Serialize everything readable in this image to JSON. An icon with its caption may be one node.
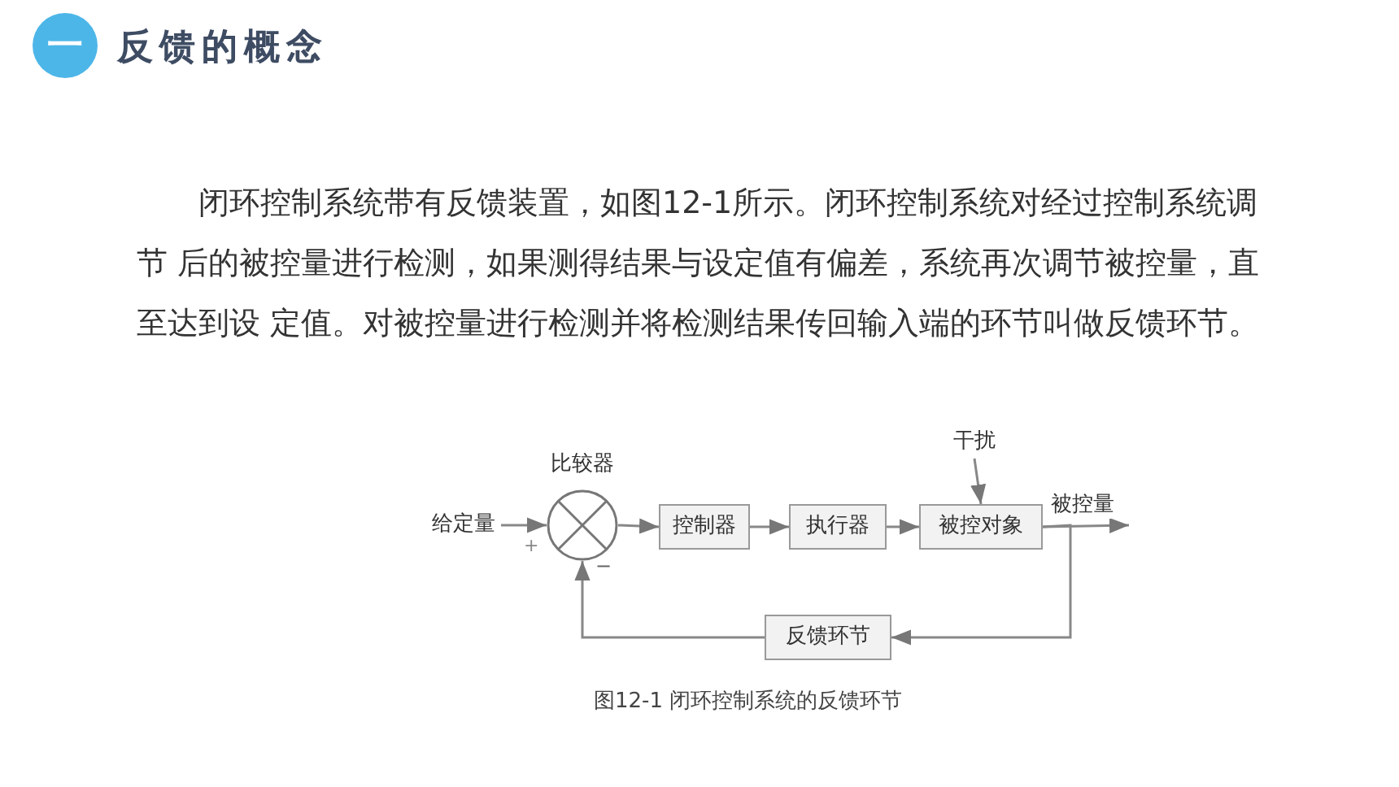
{
  "diagram": {
    "title": "反馈的概念",
    "caption": "图12-1 闭环控制系统的反馈环节",
    "nodes": [
      {
        "text": [
          "给定量"
        ]
      },
      {
        "text": [
          "比较器"
        ]
      },
      {
        "text": [
          "控制器"
        ]
      },
      {
        "text": [
          "执行器"
        ]
      },
      {
        "text": [
          "被控对象"
        ]
      },
      {
        "text": [
          "反馈环节"
        ]
      },
      {
        "text": [
          "干扰"
        ]
      }
    ],
    "edges": [
      {
        "from": 0,
        "to": 1,
        "arrow": "to"
      },
      {
        "from": 1,
        "to": 2,
        "arrow": "to"
      },
      {
        "from": 2,
        "to": 3,
        "arrow": "to"
      },
      {
        "from": 3,
        "to": 4,
        "arrow": "to"
      },
      {
        "from": 6,
        "to": 4,
        "arrow": "to"
      },
      {
        "from": 4,
        "to": null,
        "arrow": "to",
        "label": "被控量"
      },
      {
        "from": 4,
        "to": 5,
        "arrow": "to"
      },
      {
        "from": 5,
        "to": 1,
        "arrow": "to"
      }
    ],
    "labels": [
      "一",
      "闭环控制系统带有反馈装置，如图12-1所示。闭环控制系统对经过控制系统调节 后的被控量进行检测，如果测得结果与设定值有偏差，系统再次调节被控量，直至达到设 定值。对被控量进行检测并将检测结果传回输入端的环节叫做反馈环节。",
      "+",
      "−"
    ]
  }
}
